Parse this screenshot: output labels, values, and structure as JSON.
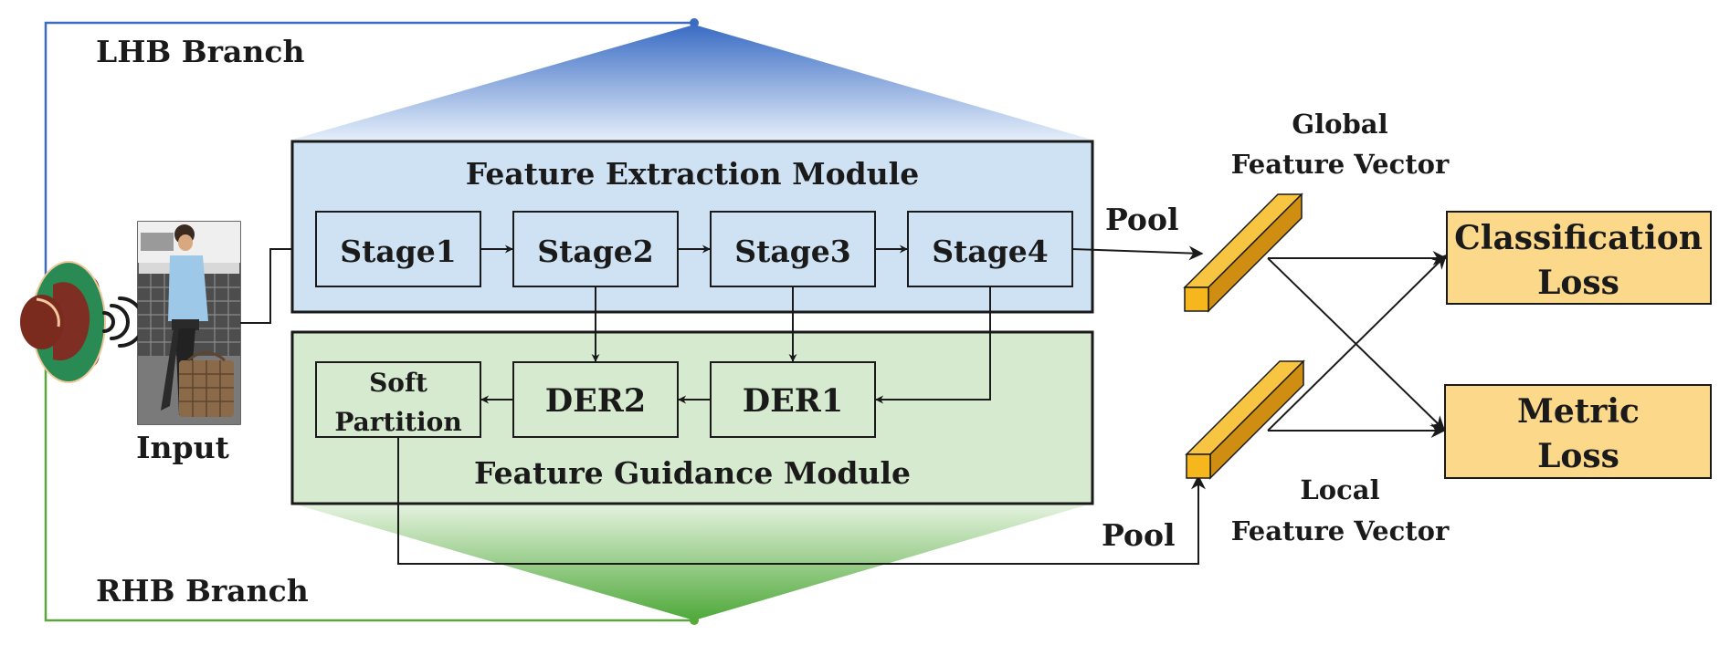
{
  "branches": {
    "lhb": "LHB Branch",
    "rhb": "RHB Branch"
  },
  "input": {
    "label": "Input"
  },
  "feature_extraction": {
    "title": "Feature Extraction Module",
    "stages": [
      "Stage1",
      "Stage2",
      "Stage3",
      "Stage4"
    ]
  },
  "feature_guidance": {
    "title": "Feature Guidance Module",
    "soft_partition": [
      "Soft",
      "Partition"
    ],
    "der2": "DER2",
    "der1": "DER1"
  },
  "pooling": {
    "top": "Pool",
    "bottom": "Pool"
  },
  "vectors": {
    "global": [
      "Global",
      "Feature Vector"
    ],
    "local": [
      "Local",
      "Feature Vector"
    ]
  },
  "losses": {
    "classification": [
      "Classification",
      "Loss"
    ],
    "metric": [
      "Metric",
      "Loss"
    ]
  },
  "colors": {
    "lhb_line": "#3b6cc0",
    "rhb_line": "#5aa83a",
    "extraction_fill": "#cfe2f3",
    "guidance_fill": "#d6ead0",
    "loss_fill": "#fbd88a",
    "vector_fill": "#f5b71d"
  }
}
